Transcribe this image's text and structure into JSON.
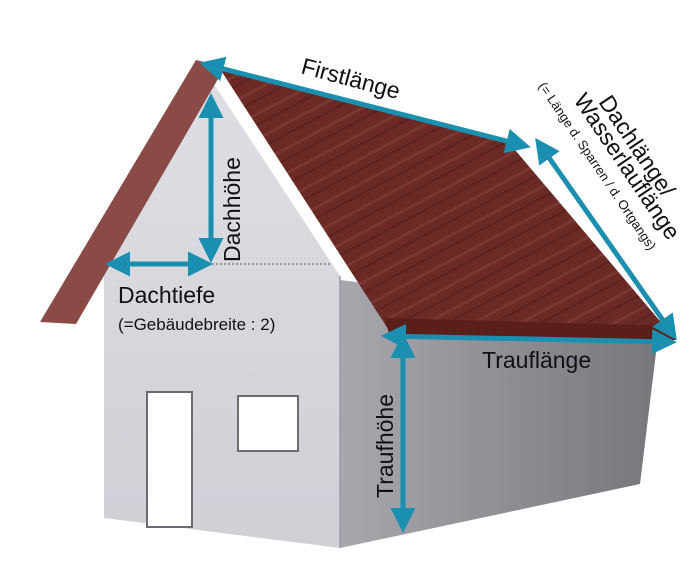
{
  "labels": {
    "firstlaenge": "Firstlänge",
    "dachlaenge_1": "Dachlänge/",
    "dachlaenge_2": "Wasserlauflänge",
    "dachlaenge_note": "(= Länge d. Sparren / d. Ortgangs)",
    "dachhoehe": "Dachhöhe",
    "dachtiefe": "Dachtiefe",
    "dachtiefe_note": "(=Gebäudebreite : 2)",
    "traufhoehe": "Traufhöhe",
    "trauflaenge": "Trauflänge"
  },
  "colors": {
    "arrow": "#1a8fb0",
    "roof": "#6b2a24",
    "roof_edge": "#8a4a45",
    "gable_wall": "#d6d6de",
    "side_wall": "#8e8e95",
    "text": "#111111"
  }
}
